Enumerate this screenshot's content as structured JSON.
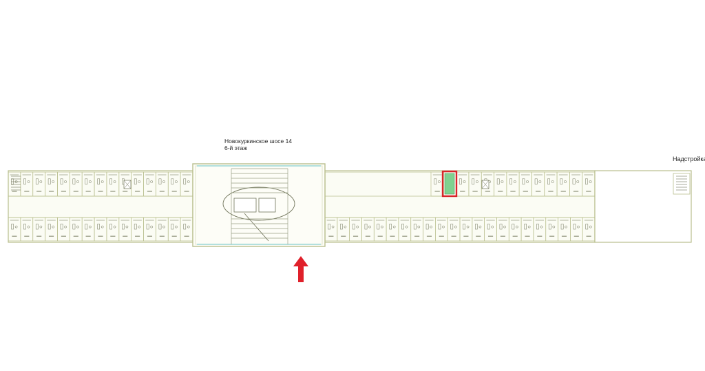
{
  "plan": {
    "address": "Новокуркинское шосе 14",
    "floor": "6-й этаж",
    "annex_label": "Надстройка"
  },
  "colors": {
    "wall": "#b9bf8e",
    "line": "#6f7359",
    "stair_frame": "#9ad6d6",
    "room_fill": "#fbfcf4",
    "selected_room": "#7fd18f",
    "highlight": "#d9232a",
    "arrow": "#e0202a"
  },
  "marker": {
    "description_icon": "arrow-up-icon"
  }
}
